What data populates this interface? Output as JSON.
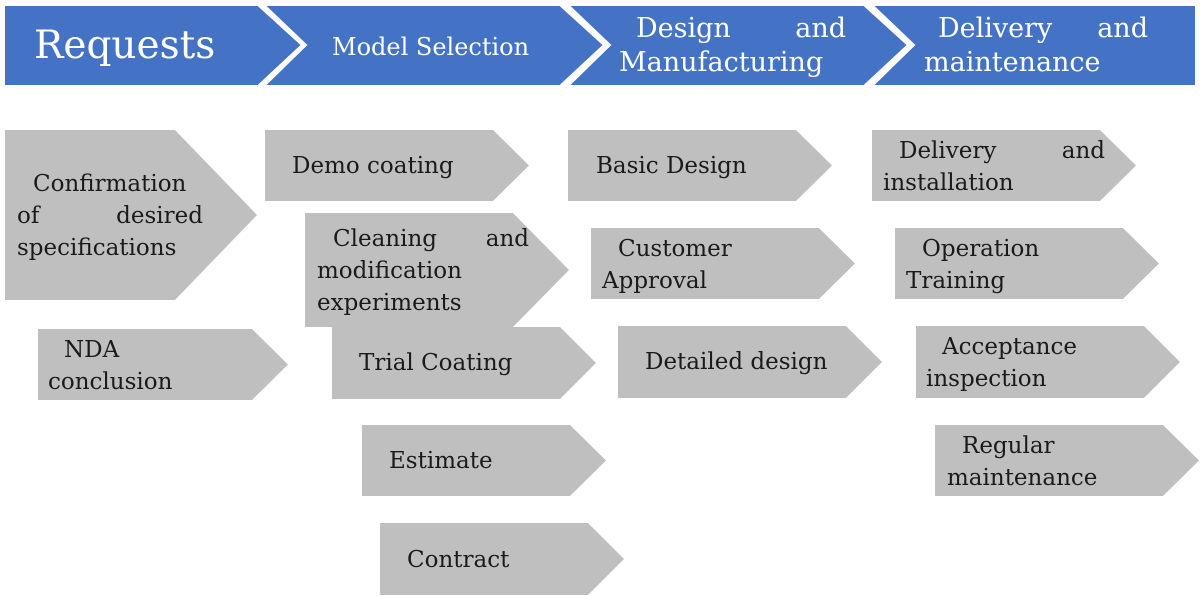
{
  "colors": {
    "header": "#4472c4",
    "header_stroke": "#ffffff",
    "step": "#bfbfbf",
    "text": "#1a1a1a"
  },
  "phases": [
    {
      "line1": "Requests"
    },
    {
      "line1": "Model Selection"
    },
    {
      "line1": "Design and",
      "line2": "Manufacturing"
    },
    {
      "line1": "Delivery and",
      "line2": "maintenance"
    }
  ],
  "steps": {
    "requests": [
      {
        "line1": "Confirmation",
        "line2": "of desired",
        "line3": "specifications"
      },
      {
        "line1": "NDA",
        "line2": "conclusion"
      }
    ],
    "model_selection": [
      {
        "line1": "Demo coating"
      },
      {
        "line1": "Cleaning and",
        "line2": "modification",
        "line3": "experiments"
      },
      {
        "line1": "Trial Coating"
      },
      {
        "line1": "Estimate"
      },
      {
        "line1": "Contract"
      }
    ],
    "design_manufacturing": [
      {
        "line1": "Basic Design"
      },
      {
        "line1": "Customer",
        "line2": "Approval"
      },
      {
        "line1": "Detailed design"
      }
    ],
    "delivery_maintenance": [
      {
        "line1": "Delivery and",
        "line2": "installation"
      },
      {
        "line1": "Operation",
        "line2": "Training"
      },
      {
        "line1": "Acceptance",
        "line2": "inspection"
      },
      {
        "line1": "Regular",
        "line2": "maintenance"
      }
    ]
  }
}
